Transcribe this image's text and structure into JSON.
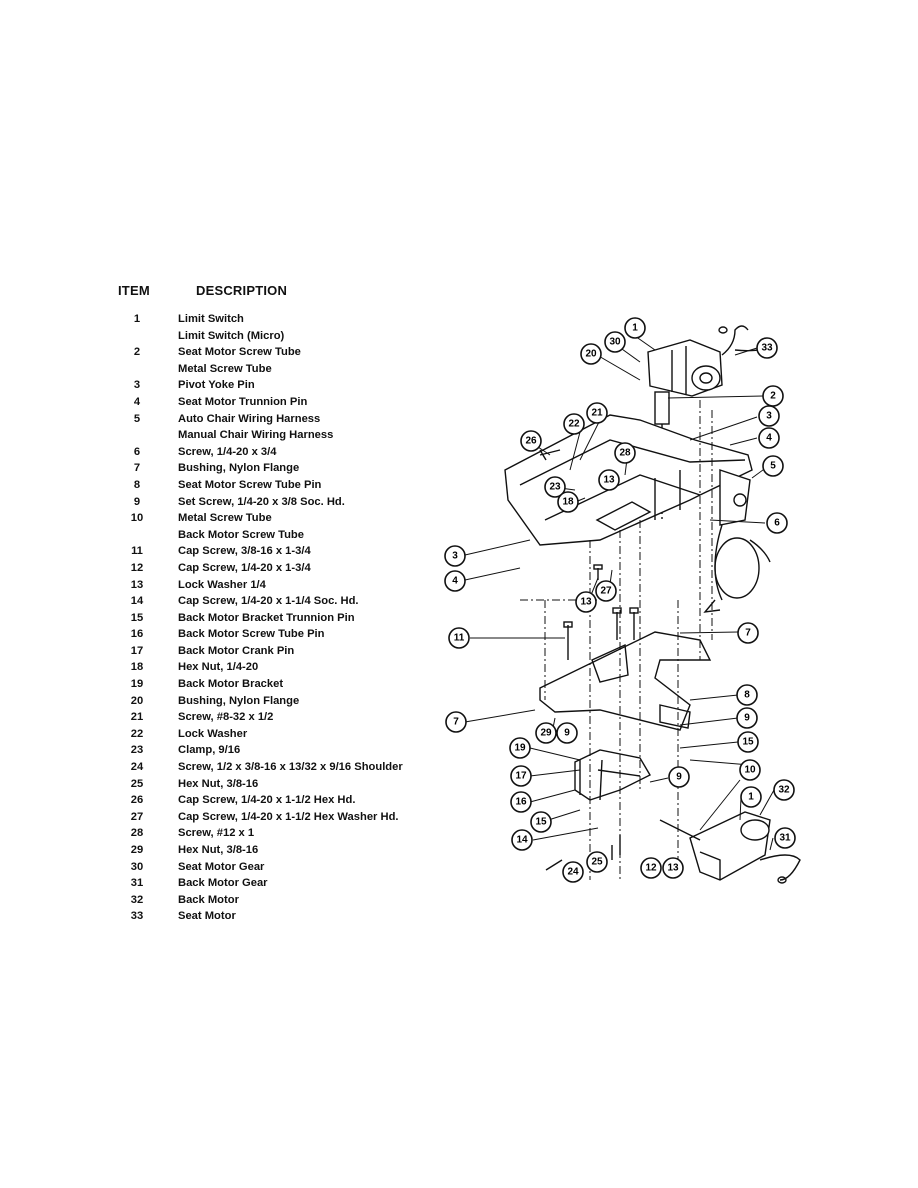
{
  "header": {
    "item": "ITEM",
    "description": "DESCRIPTION"
  },
  "parts": [
    {
      "num": "1",
      "desc": "Limit Switch"
    },
    {
      "num": "",
      "desc": "Limit Switch (Micro)"
    },
    {
      "num": "2",
      "desc": "Seat Motor Screw Tube"
    },
    {
      "num": "",
      "desc": "Metal Screw Tube"
    },
    {
      "num": "3",
      "desc": "Pivot Yoke Pin"
    },
    {
      "num": "4",
      "desc": "Seat Motor Trunnion Pin"
    },
    {
      "num": "5",
      "desc": "Auto Chair Wiring Harness"
    },
    {
      "num": "",
      "desc": "Manual Chair Wiring Harness"
    },
    {
      "num": "6",
      "desc": "Screw, 1/4-20 x 3/4"
    },
    {
      "num": "7",
      "desc": "Bushing, Nylon Flange"
    },
    {
      "num": "8",
      "desc": "Seat Motor Screw Tube Pin"
    },
    {
      "num": "9",
      "desc": "Set Screw, 1/4-20 x 3/8 Soc. Hd."
    },
    {
      "num": "10",
      "desc": "Metal Screw Tube"
    },
    {
      "num": "",
      "desc": "Back Motor Screw Tube"
    },
    {
      "num": "11",
      "desc": "Cap Screw, 3/8-16 x 1-3/4"
    },
    {
      "num": "12",
      "desc": "Cap Screw, 1/4-20 x 1-3/4"
    },
    {
      "num": "13",
      "desc": "Lock Washer 1/4"
    },
    {
      "num": "14",
      "desc": "Cap Screw, 1/4-20 x 1-1/4 Soc. Hd."
    },
    {
      "num": "15",
      "desc": "Back Motor Bracket Trunnion Pin"
    },
    {
      "num": "16",
      "desc": "Back Motor Screw Tube Pin"
    },
    {
      "num": "17",
      "desc": "Back Motor Crank Pin"
    },
    {
      "num": "18",
      "desc": "Hex Nut, 1/4-20"
    },
    {
      "num": "19",
      "desc": "Back Motor Bracket"
    },
    {
      "num": "20",
      "desc": "Bushing, Nylon Flange"
    },
    {
      "num": "21",
      "desc": "Screw, #8-32 x 1/2"
    },
    {
      "num": "22",
      "desc": "Lock Washer"
    },
    {
      "num": "23",
      "desc": "Clamp, 9/16"
    },
    {
      "num": "24",
      "desc": "Screw, 1/2 x 3/8-16 x 13/32 x 9/16 Shoulder"
    },
    {
      "num": "25",
      "desc": "Hex Nut, 3/8-16"
    },
    {
      "num": "26",
      "desc": "Cap Screw, 1/4-20 x 1-1/2 Hex Hd."
    },
    {
      "num": "27",
      "desc": "Cap Screw, 1/4-20 x 1-1/2 Hex Washer Hd."
    },
    {
      "num": "28",
      "desc": "Screw, #12 x 1"
    },
    {
      "num": "29",
      "desc": "Hex Nut, 3/8-16"
    },
    {
      "num": "30",
      "desc": "Seat Motor Gear"
    },
    {
      "num": "31",
      "desc": "Back Motor Gear"
    },
    {
      "num": "32",
      "desc": "Back Motor"
    },
    {
      "num": "33",
      "desc": "Seat Motor"
    }
  ],
  "callouts": [
    "1",
    "30",
    "33",
    "20",
    "2",
    "21",
    "22",
    "3",
    "26",
    "4",
    "28",
    "13",
    "23",
    "18",
    "5",
    "6",
    "3",
    "4",
    "13",
    "27",
    "11",
    "7",
    "8",
    "7",
    "9",
    "29",
    "9",
    "15",
    "19",
    "17",
    "9",
    "10",
    "16",
    "15",
    "1",
    "32",
    "14",
    "31",
    "24",
    "25",
    "12",
    "13"
  ]
}
